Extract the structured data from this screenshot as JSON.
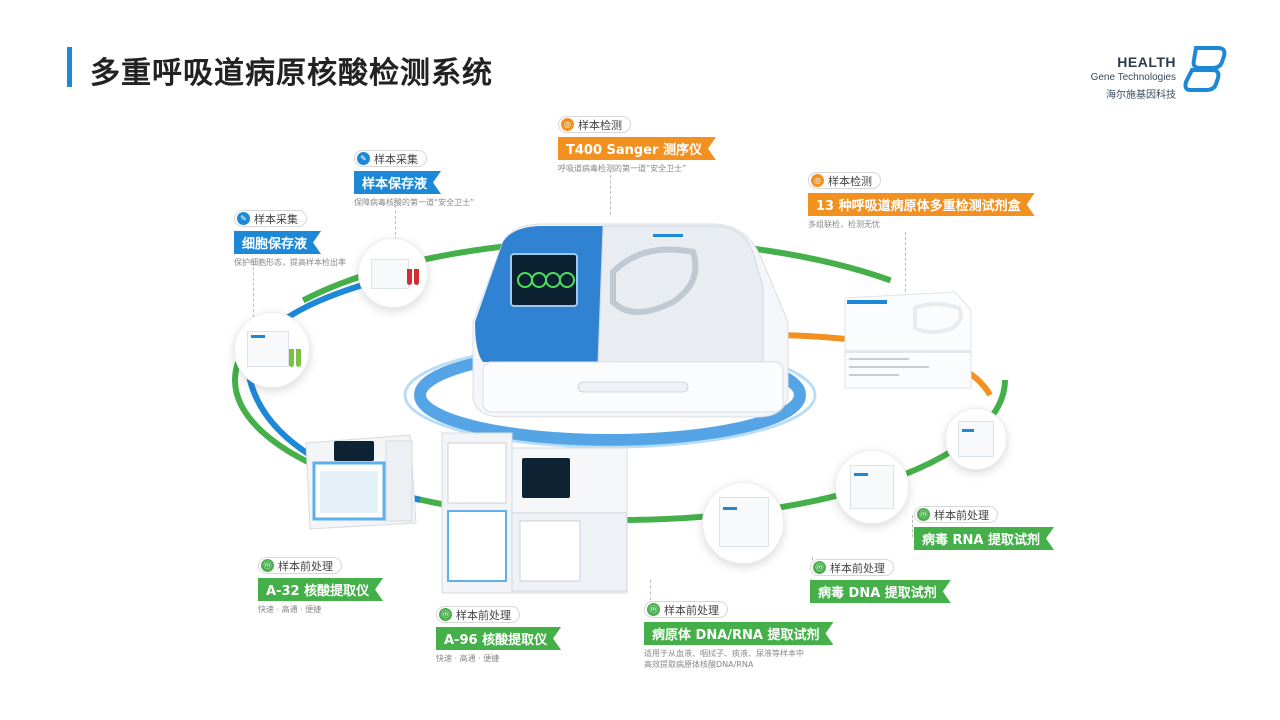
{
  "page": {
    "title": "多重呼吸道病原核酸检测系统"
  },
  "brand": {
    "name": "HEALTH",
    "subtitle": "Gene Technologies",
    "cn_name": "海尔施基因科技",
    "logo_icon": "double-s-logo-icon",
    "color": "#1e88d8"
  },
  "colors": {
    "accent_blue": "#1e88d8",
    "green": "#45b04a",
    "orange": "#f29020"
  },
  "labels": {
    "sequencer": {
      "tag": "样本检测",
      "title": "T400 Sanger 测序仪",
      "desc": "呼吸道病毒检测的第一道“安全卫士”"
    },
    "kit13": {
      "tag": "样本检测",
      "title": "13 种呼吸道病原体多重检测试剂盒",
      "desc": "多组联检，检测无忧"
    },
    "preserve": {
      "tag": "样本采集",
      "title": "样本保存液",
      "desc": "保障病毒核酸的第一道“安全卫士”"
    },
    "cell": {
      "tag": "样本采集",
      "title": "细胞保存液",
      "desc": "保护细胞形态，提高样本检出率"
    },
    "rna_kit": {
      "tag": "样本前处理",
      "title": "病毒 RNA 提取试剂"
    },
    "dna_kit": {
      "tag": "样本前处理",
      "title": "病毒 DNA 提取试剂"
    },
    "pathogen_kit": {
      "tag": "样本前处理",
      "title": "病原体 DNA/RNA 提取试剂",
      "desc1": "适用于从血液、咽拭子、痰液、尿液等样本中",
      "desc2": "高效提取病原体核酸DNA/RNA"
    },
    "a32": {
      "tag": "样本前处理",
      "title": "A-32 核酸提取仪",
      "desc": "快速 · 高通 · 便捷"
    },
    "a96": {
      "tag": "样本前处理",
      "title": "A-96 核酸提取仪",
      "desc": "快速 · 高通 · 便捷"
    }
  },
  "devices": {
    "sequencer_screen_circles": 4
  }
}
